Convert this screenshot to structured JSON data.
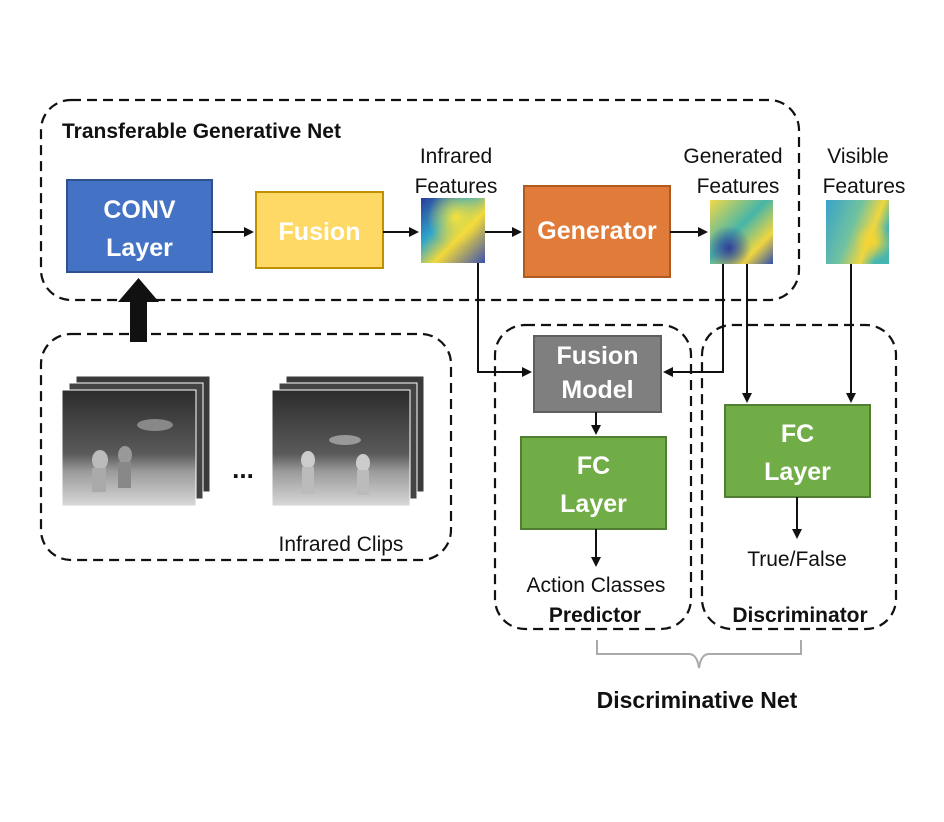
{
  "generative_net": {
    "title": "Transferable Generative Net",
    "conv_layer": {
      "line1": "CONV",
      "line2": "Layer"
    },
    "fusion": "Fusion",
    "infrared_features": {
      "line1": "Infrared",
      "line2": "Features"
    },
    "generator": "Generator",
    "generated_features": {
      "line1": "Generated",
      "line2": "Features"
    },
    "visible_features": {
      "line1": "Visible",
      "line2": "Features"
    }
  },
  "clips": {
    "ellipsis": "...",
    "label": "Infrared Clips"
  },
  "predictor": {
    "fusion_model": {
      "line1": "Fusion",
      "line2": "Model"
    },
    "fc_layer": {
      "line1": "FC",
      "line2": "Layer"
    },
    "output": "Action Classes",
    "title": "Predictor"
  },
  "discriminator": {
    "fc_layer": {
      "line1": "FC",
      "line2": "Layer"
    },
    "output": "True/False",
    "title": "Discriminator"
  },
  "discriminative_net": {
    "title": "Discriminative Net"
  },
  "colors": {
    "conv": "#4472c4",
    "fusion": "#ffd966",
    "generator": "#e07b39",
    "fusion_model": "#7f7f7f",
    "fc": "#70ad47"
  }
}
